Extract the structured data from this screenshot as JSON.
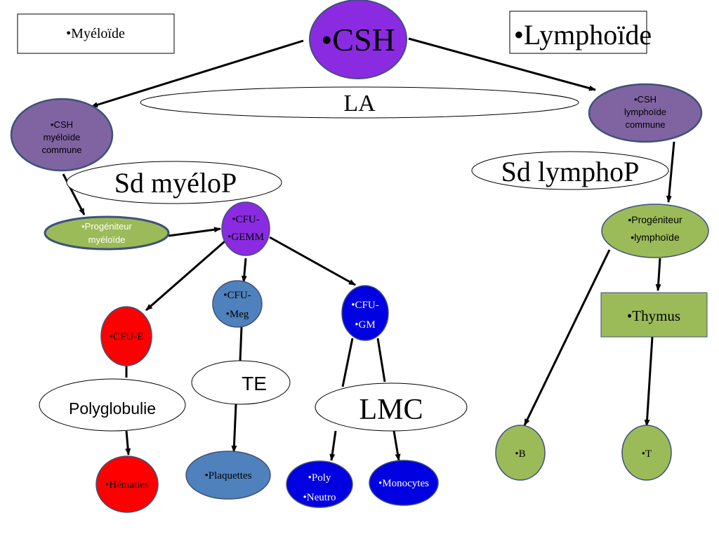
{
  "labels": {
    "myeloide_box": "•Myéloïde",
    "lymphoide_box": "•Lymphoïde",
    "csh": "•CSH",
    "la": "LA",
    "csh_myeloide_1": "•CSH",
    "csh_myeloide_2": "myéloïde",
    "csh_myeloide_3": "commune",
    "csh_lymphoide_1": "•CSH",
    "csh_lymphoide_2": "lymphoïde",
    "csh_lymphoide_3": "commune",
    "sd_myelop": "Sd myéloP",
    "sd_lymphop": "Sd lymphoP",
    "progeniteur_myeloide_1": "•Progéniteur",
    "progeniteur_myeloide_2": "myéloïde",
    "cfu_gemm_1": "•CFU-",
    "cfu_gemm_2": "•GEMM",
    "progeniteur_lymphoide_1": "•Progéniteur",
    "progeniteur_lymphoide_2": "•lymphoïde",
    "cfu_meg_1": "•CFU-",
    "cfu_meg_2": "•Meg",
    "cfu_gm_1": "•CFU-",
    "cfu_gm_2": "•GM",
    "cfu_e": "•CFU-E",
    "thymus": "•Thymus",
    "te": "TE",
    "polyglobulie": "Polyglobulie",
    "lmc": "LMC",
    "b": "•B",
    "t": "•T",
    "hematies": "•Hématies",
    "plaquettes": "•Plaquettes",
    "poly_neutro_1": "•Poly",
    "poly_neutro_2": "•Neutro",
    "monocytes": "•Monocytes"
  },
  "colors": {
    "csh_fill": "#8a2be2",
    "csh_commune_fill": "#8064a2",
    "node_border": "#3f5179",
    "progeniteur_fill": "#9bbb59",
    "cfu_meg_fill": "#4f81bd",
    "cfu_gm_fill": "#0000e0",
    "red_fill": "#ff0000",
    "thymus_fill": "#9bbb59",
    "line": "#000000"
  }
}
